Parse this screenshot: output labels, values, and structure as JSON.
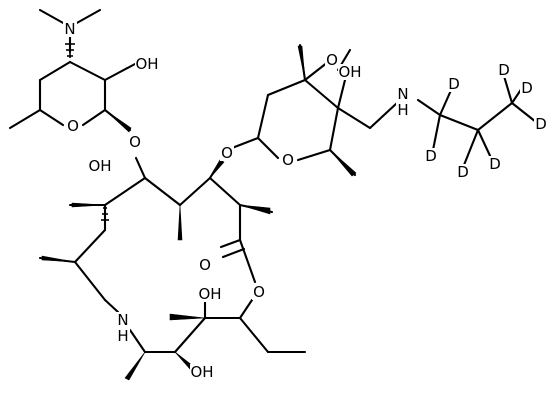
{
  "molecule": {
    "atom_labels": {
      "dimethylamino_n": "N",
      "desosamine_oh": "OH",
      "desosamine_ring_o": "O",
      "glycosidic_o_1": "O",
      "methoxy_o": "O",
      "cladinose_oh": "OH",
      "side_chain_nh": "N",
      "side_chain_h": "H",
      "cladinose_ring_o": "O",
      "glycosidic_o_2": "O",
      "macrocycle_oh_1": "OH",
      "carbonyl_o": "O",
      "lactone_o": "O",
      "macrocycle_oh_2": "OH",
      "ring_nh": "N",
      "ring_h": "H",
      "macrocycle_oh_3": "OH",
      "deuterium_1": "D",
      "deuterium_2": "D",
      "deuterium_3": "D",
      "deuterium_4": "D",
      "deuterium_5": "D",
      "deuterium_6": "D",
      "deuterium_7": "D"
    }
  }
}
